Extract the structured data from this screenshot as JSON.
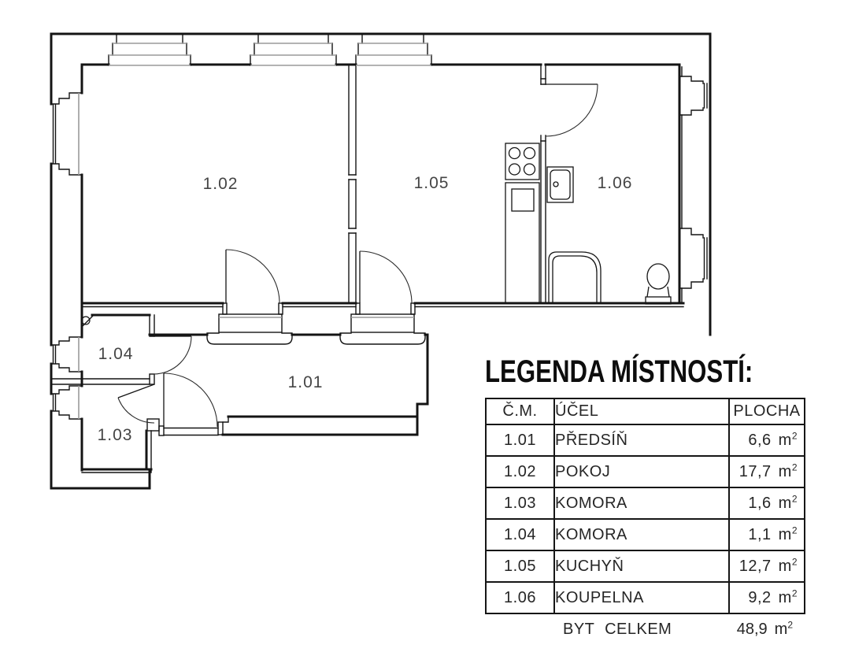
{
  "plan": {
    "rooms": [
      {
        "id": "1.01",
        "label": "1.01"
      },
      {
        "id": "1.02",
        "label": "1.02"
      },
      {
        "id": "1.03",
        "label": "1.03"
      },
      {
        "id": "1.04",
        "label": "1.04"
      },
      {
        "id": "1.05",
        "label": "1.05"
      },
      {
        "id": "1.06",
        "label": "1.06"
      }
    ]
  },
  "legend": {
    "title": "LEGENDA MÍSTNOSTÍ:",
    "headers": {
      "number": "Č.M.",
      "purpose": "ÚČEL",
      "area": "PLOCHA"
    },
    "rows": [
      {
        "number": "1.01",
        "purpose": "PŘEDSÍŇ",
        "area": "6,6"
      },
      {
        "number": "1.02",
        "purpose": "POKOJ",
        "area": "17,7"
      },
      {
        "number": "1.03",
        "purpose": "KOMORA",
        "area": "1,6"
      },
      {
        "number": "1.04",
        "purpose": "KOMORA",
        "area": "1,1"
      },
      {
        "number": "1.05",
        "purpose": "KUCHYŇ",
        "area": "12,7"
      },
      {
        "number": "1.06",
        "purpose": "KOUPELNA",
        "area": "9,2"
      }
    ],
    "unit": "m",
    "unit_sup": "2",
    "total_label": "BYT CELKEM",
    "total_area": "48,9"
  }
}
